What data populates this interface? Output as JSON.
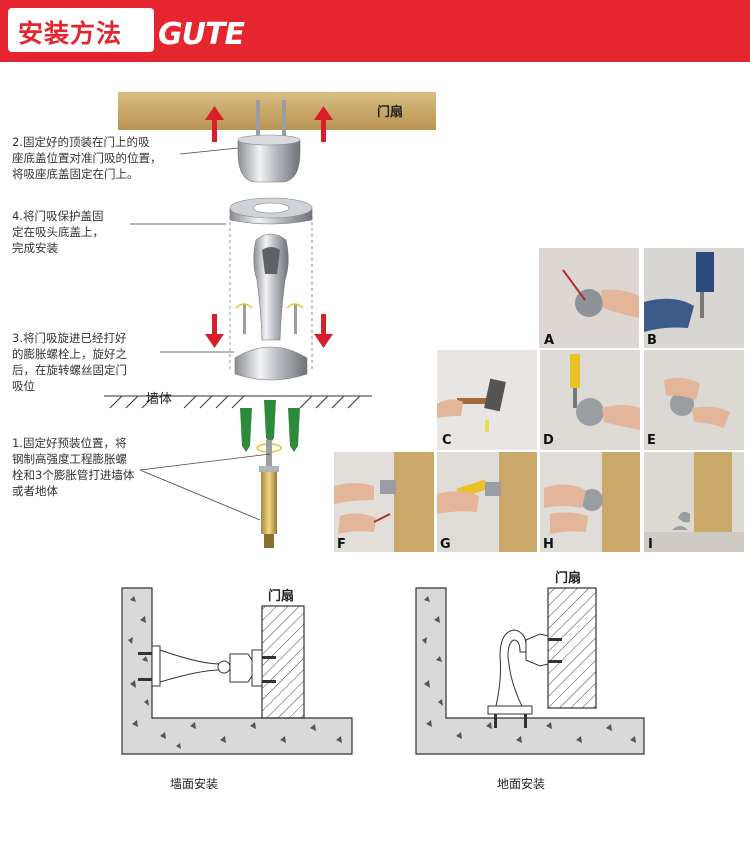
{
  "header": {
    "title": "安装方法",
    "brand": "GUTE"
  },
  "assembly": {
    "door_label": "门扇",
    "wall_label": "墙体",
    "steps": [
      {
        "id": "step2",
        "text": "2.固定好的顶装在门上的吸\n座底盖位置对准门吸的位置，\n将吸座底盖固定在门上。"
      },
      {
        "id": "step4",
        "text": "4.将门吸保护盖固\n定在吸头底盖上，\n完成安装"
      },
      {
        "id": "step3",
        "text": "3.将门吸旋进已经打好\n的膨胀螺栓上，旋好之\n后，在旋转螺丝固定门\n吸位"
      },
      {
        "id": "step1",
        "text": "1.固定好预装位置，将\n钢制高强度工程膨胀螺\n栓和3个膨胀管打进墙体\n或者地体"
      }
    ]
  },
  "photos": [
    "A",
    "B",
    "C",
    "D",
    "E",
    "F",
    "G",
    "H",
    "I"
  ],
  "diagrams": {
    "wall": {
      "door_label": "门扇",
      "caption": "墙面安装"
    },
    "floor": {
      "door_label": "门扇",
      "caption": "地面安装"
    }
  },
  "colors": {
    "brand_red": "#e6262e",
    "arrow_red": "#d81e2a",
    "anchor_green": "#2e8b3e",
    "wood": "#c9a86a"
  }
}
